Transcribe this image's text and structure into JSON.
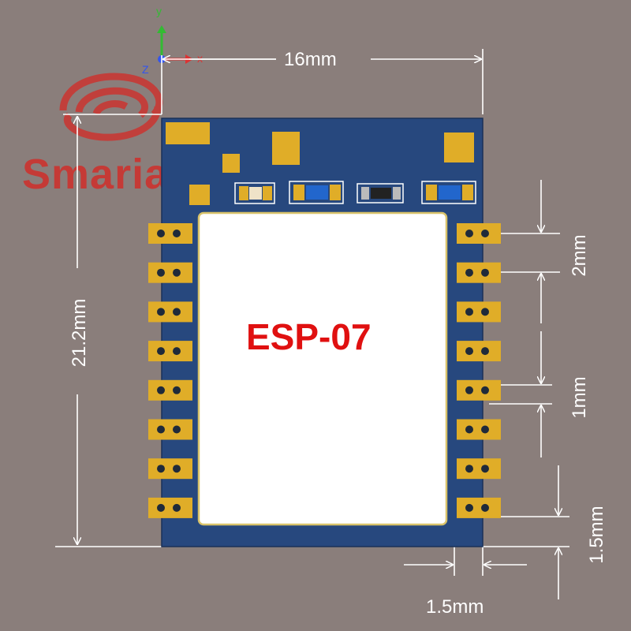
{
  "brand": {
    "name": "Smarian",
    "color": "#d42a26"
  },
  "module": {
    "name": "ESP-07",
    "label_color": "#e01010",
    "pcb_color": "#27487e",
    "pad_color": "#e0ad28",
    "shield_color": "#ffffff"
  },
  "axes": {
    "x": "x",
    "y": "y",
    "z": "Z"
  },
  "dimensions": {
    "width": "16mm",
    "height": "21.2mm",
    "pad_pitch": "2mm",
    "pad_width": "1mm",
    "edge_v": "1.5mm",
    "edge_h": "1.5mm"
  },
  "icons": [
    "logo-swirl-icon",
    "axis-gizmo-icon"
  ]
}
